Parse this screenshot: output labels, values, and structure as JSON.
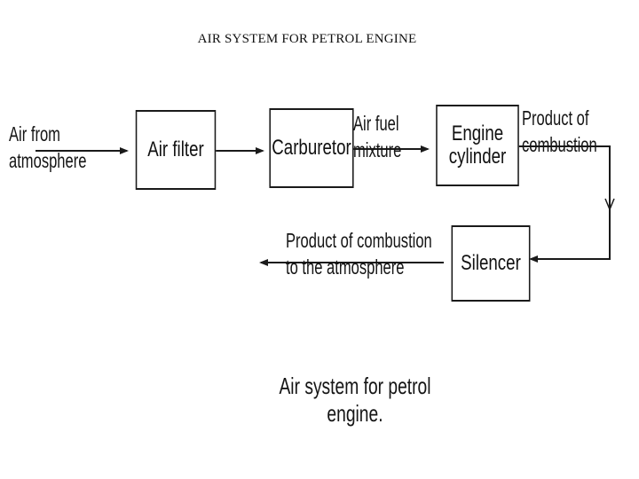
{
  "title": "AIR SYSTEM FOR PETROL ENGINE",
  "diagram": {
    "input_label": "Air from\natmosphere",
    "nodes": {
      "air_filter": "Air filter",
      "carburetor": "Carburetor",
      "engine_cylinder": "Engine\ncylinder",
      "silencer": "Silencer"
    },
    "edge_labels": {
      "mixture": "Air fuel\nmixture",
      "combustion": "Product of\ncombustion",
      "exhaust": "Product of combustion\nto the atmosphere"
    },
    "caption": "Air system for petrol engine."
  },
  "colors": {
    "ink": "#1a1a1a",
    "background": "#ffffff"
  }
}
